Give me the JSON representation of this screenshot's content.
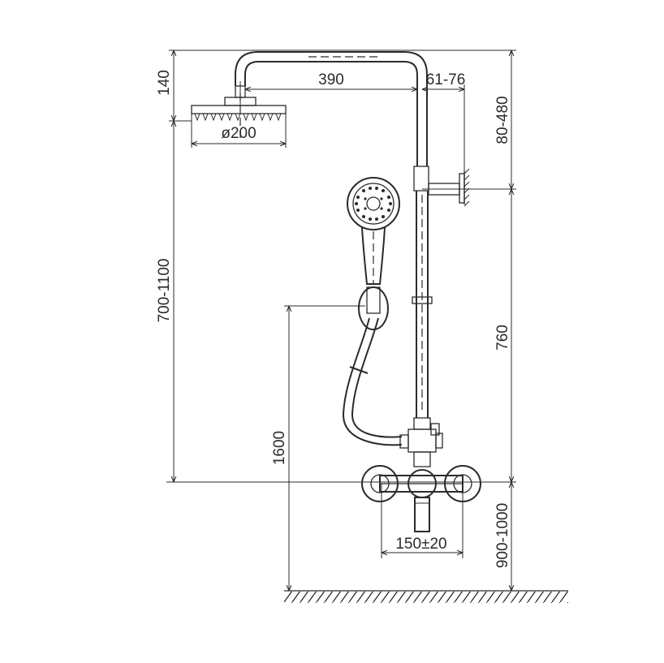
{
  "dimensions": {
    "head_height": "140",
    "arm_reach": "390",
    "wall_offset": "61-76",
    "head_diameter": "ø200",
    "bracket_range": "80-480",
    "column_range": "700-1100",
    "column_length": "760",
    "holder_height": "1600",
    "inlet_spacing": "150±20",
    "mixer_height": "900-1000"
  },
  "colors": {
    "line": "#2b2b2b",
    "background": "#ffffff"
  }
}
